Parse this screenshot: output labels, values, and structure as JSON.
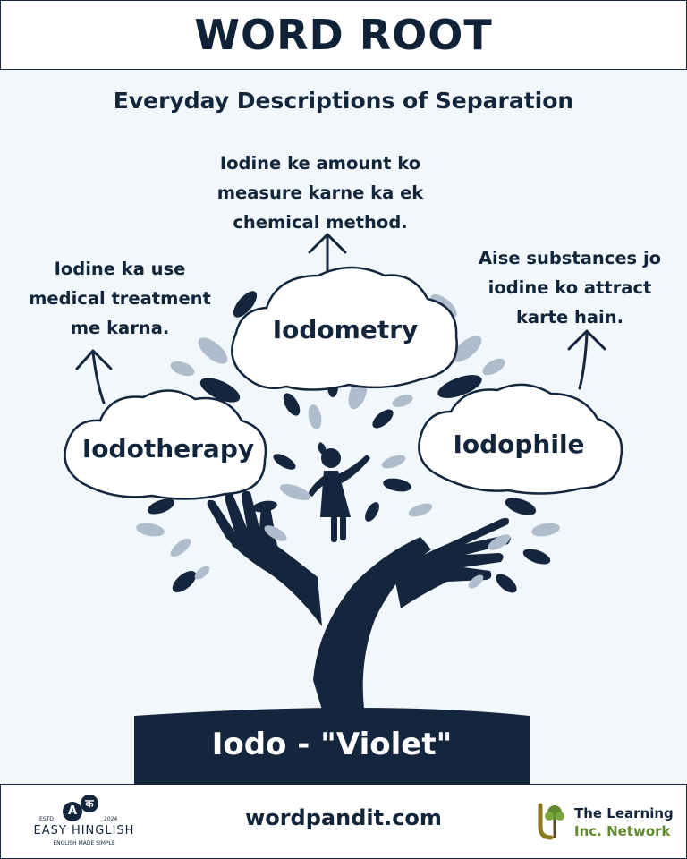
{
  "header": {
    "title": "WORD ROOT"
  },
  "subtitle": "Everyday Descriptions of Separation",
  "branches": [
    {
      "word": "Iodotherapy",
      "description": "Iodine ka use\nmedical treatment\nme karna."
    },
    {
      "word": "Iodometry",
      "description": "Iodine ke amount ko\nmeasure karne ka ek\nchemical method."
    },
    {
      "word": "Iodophile",
      "description": "Aise substances jo\niodine ko attract\nkarte hain."
    }
  ],
  "root": {
    "label": "Iodo - \"Violet\""
  },
  "footer": {
    "website": "wordpandit.com",
    "left_logo": {
      "estd": "ESTD",
      "year": "2024",
      "letter_a": "A",
      "letter_ka": "क",
      "name": "EASY HINGLISH",
      "tagline": "ENGLISH MADE SIMPLE"
    },
    "right_logo": {
      "line1": "The Learning",
      "line2": "Inc. Network"
    }
  },
  "colors": {
    "navy": "#13263d",
    "leaf_light": "#aebccb",
    "background": "#f1f7fb",
    "accent_gold": "#8a7a1f",
    "accent_green": "#5f8a2e"
  },
  "icons": [
    "arrow-up-icon",
    "cloud-icon",
    "leaf-icon",
    "hand-icon",
    "child-icon",
    "tree-icon"
  ]
}
